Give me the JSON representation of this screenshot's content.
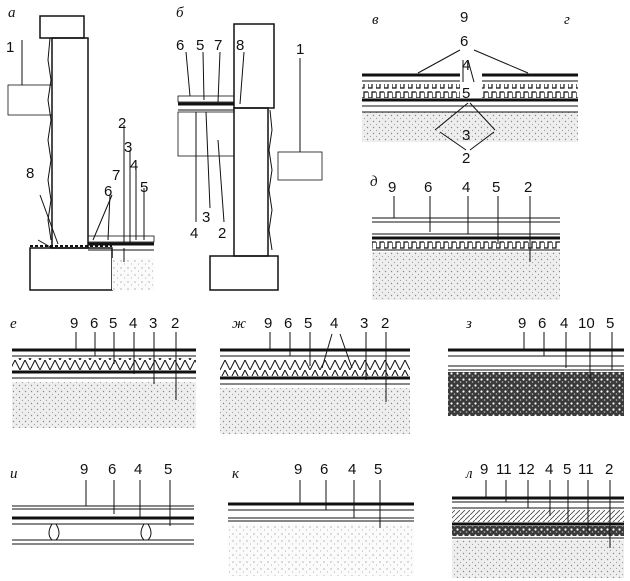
{
  "panel_letters": [
    "а",
    "б",
    "в",
    "г",
    "д",
    "е",
    "ж",
    "з",
    "и",
    "к",
    "л"
  ],
  "labels": {
    "a": [
      "1",
      "2",
      "3",
      "4",
      "5",
      "6",
      "7",
      "8"
    ],
    "b": [
      "6",
      "5",
      "7",
      "8",
      "1",
      "4",
      "3",
      "2"
    ],
    "vg": [
      "9",
      "6",
      "4",
      "5",
      "3",
      "2"
    ],
    "d": [
      "9",
      "6",
      "4",
      "5",
      "2"
    ],
    "e": [
      "9",
      "6",
      "5",
      "4",
      "3",
      "2"
    ],
    "zh": [
      "9",
      "6",
      "5",
      "4",
      "3",
      "2"
    ],
    "z": [
      "9",
      "6",
      "4",
      "10",
      "5"
    ],
    "i": [
      "9",
      "6",
      "4",
      "5"
    ],
    "k": [
      "9",
      "6",
      "4",
      "5"
    ],
    "l": [
      "9",
      "11",
      "12",
      "4",
      "5",
      "11",
      "2"
    ]
  },
  "colors": {
    "ink": "#111111",
    "fill_gray": "#d9d9d9",
    "dot": "#9a9a9a"
  }
}
